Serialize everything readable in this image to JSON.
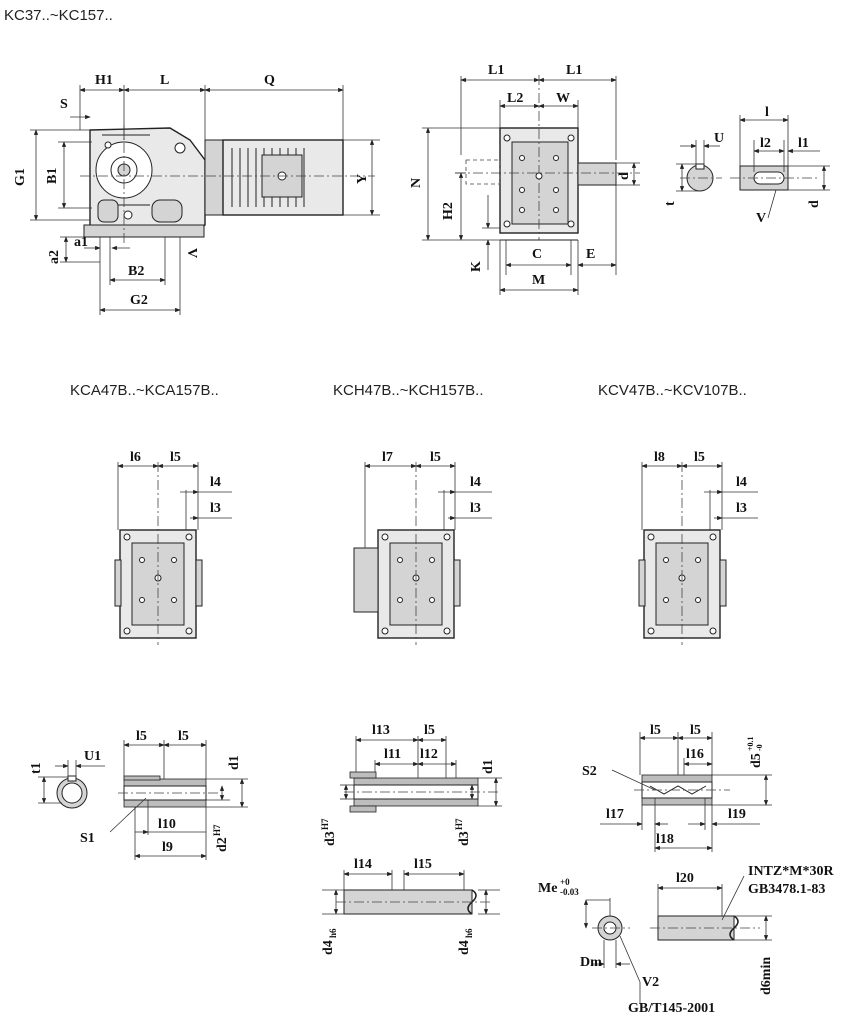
{
  "captions": {
    "top_title": "KC37..~KC157..",
    "kca": "KCA47B..~KCA157B..",
    "kch": "KCH47B..~KCH157B..",
    "kcv": "KCV47B..~KCV107B.."
  },
  "side_view": {
    "H1": "H1",
    "L": "L",
    "Q": "Q",
    "S": "S",
    "G1": "G1",
    "B1": "B1",
    "Y": "Y",
    "a1": "a1",
    "a2": "a2",
    "B2": "B2",
    "G2": "G2",
    "V": "V"
  },
  "front_view": {
    "L1_left": "L1",
    "L1_right": "L1",
    "L2": "L2",
    "W": "W",
    "N": "N",
    "H2": "H2",
    "K": "K",
    "C": "C",
    "E": "E",
    "M": "M",
    "d": "d"
  },
  "shaft_key": {
    "l": "l",
    "U": "U",
    "l2": "l2",
    "l1": "l1",
    "t": "t",
    "V": "V",
    "d": "d"
  },
  "kca_view": {
    "l6": "l6",
    "l5": "l5",
    "l4": "l4",
    "l3": "l3"
  },
  "kch_view": {
    "l7": "l7",
    "l5": "l5",
    "l4": "l4",
    "l3": "l3"
  },
  "kcv_view": {
    "l8": "l8",
    "l5": "l5",
    "l4": "l4",
    "l3": "l3"
  },
  "hollow_shaft_a": {
    "t1": "t1",
    "U1": "U1",
    "S1": "S1",
    "l5a": "l5",
    "l5b": "l5",
    "d1": "d1",
    "l10": "l10",
    "l9": "l9",
    "d2": "d2",
    "d2_tol": "H7"
  },
  "hollow_shaft_h": {
    "l13": "l13",
    "l5": "l5",
    "l11": "l11",
    "l12": "l12",
    "d1": "d1",
    "d3_left": "d3",
    "d3_right": "d3",
    "d3_tol": "H7"
  },
  "hollow_shaft_v": {
    "S2": "S2",
    "l5a": "l5",
    "l5b": "l5",
    "l16": "l16",
    "d5": "d5",
    "d5_tol_up": "+0.1",
    "d5_tol_low": "-0",
    "l17": "l17",
    "l19": "l19",
    "l18": "l18"
  },
  "plug_shaft": {
    "l14": "l14",
    "l15": "l15",
    "d4_left": "d4",
    "d4_right": "d4",
    "d4_tol": "h6"
  },
  "spline_shaft": {
    "me": "Me",
    "me_tol_up": "+0",
    "me_tol_low": "-0.03",
    "dm": "Dm",
    "v2": "V2",
    "std_v2": "GB/T145-2001",
    "l20": "l20",
    "spec": "INTZ*M*30R",
    "spec_std": "GB3478.1-83",
    "d6": "d6min"
  }
}
